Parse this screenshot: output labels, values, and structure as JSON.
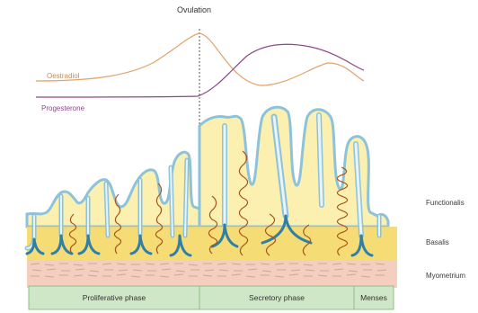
{
  "diagram": {
    "title": "Ovulation",
    "hormones": [
      {
        "name": "Oestradiol",
        "color": "#e0a36a"
      },
      {
        "name": "Progesterone",
        "color": "#8a4a86"
      }
    ],
    "layers": [
      "Functionalis",
      "Basalis",
      "Myometrium"
    ],
    "phases": [
      "Proliferative phase",
      "Secretory phase",
      "Menses"
    ],
    "colors": {
      "functionalis": "#fbf0b0",
      "basalis": "#f6dc74",
      "gland_outline": "#8ec2d9",
      "gland_lumen": "#e6f4fb",
      "gland_base": "#2f7fa6",
      "artery": "#a8561d",
      "myometrium": "#f4cfbf",
      "myometrium_fibers": "#c9a89e",
      "phase_bar": "#cfe6c7",
      "phase_bar_border": "#8fbf86",
      "ovulation_line": "#555555"
    }
  }
}
